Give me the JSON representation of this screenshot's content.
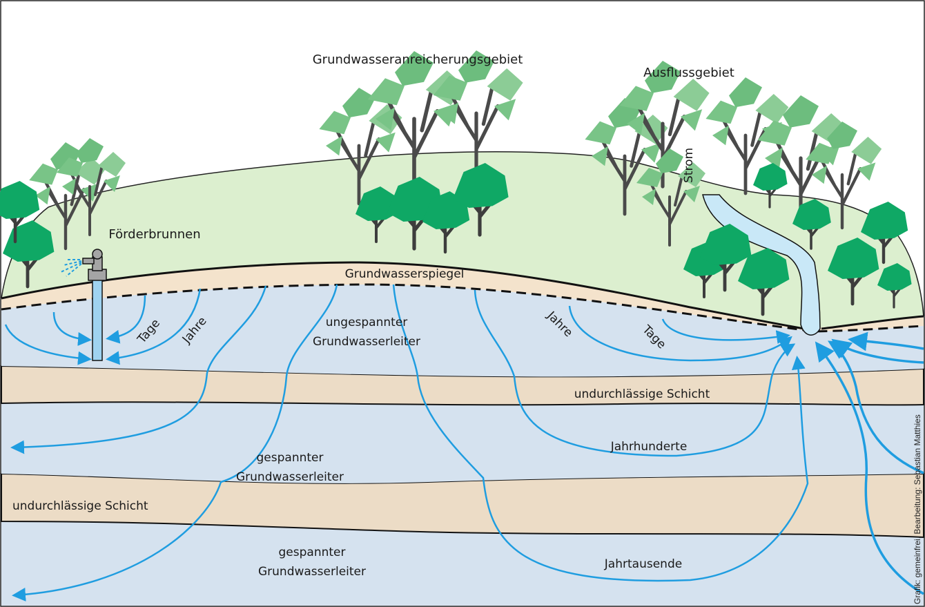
{
  "labels": {
    "recharge_area": "Grundwasseranreicherungsgebiet",
    "discharge_area": "Ausflussgebiet",
    "stream": "Strom",
    "well": "Förderbrunnen",
    "water_table": "Grundwasserspiegel",
    "unconfined_aquifer_line1": "ungespannter",
    "unconfined_aquifer_line2": "Grundwasserleiter",
    "days_left": "Tage",
    "years_left": "Jahre",
    "years_right": "Jahre",
    "days_right": "Tage",
    "confining_layer_upper": "undurchlässige Schicht",
    "confining_layer_lower": "undurchlässige Schicht",
    "confined_aquifer_upper_line1": "gespannter",
    "confined_aquifer_upper_line2": "Grundwasserleiter",
    "confined_aquifer_lower_line1": "gespannter",
    "confined_aquifer_lower_line2": "Grundwasserleiter",
    "centuries": "Jahrhunderte",
    "millennia": "Jahrtausende"
  },
  "credit": "Grafik: gemeinfrei, Bearbeitung: Sebastian Matthies",
  "colors": {
    "hill": "#dcefcf",
    "unsaturated_zone": "#f4e3cc",
    "aquifer": "#d5e2ef",
    "confining_layer": "#ecdcc6",
    "flow_line": "#1f9de0",
    "tree_light": "#79c487",
    "tree_dark": "#0fa865",
    "trunk": "#4a4a4a",
    "stream_water": "#c9e8f7"
  },
  "icons": [
    "well-pump-icon",
    "tree-icon"
  ]
}
